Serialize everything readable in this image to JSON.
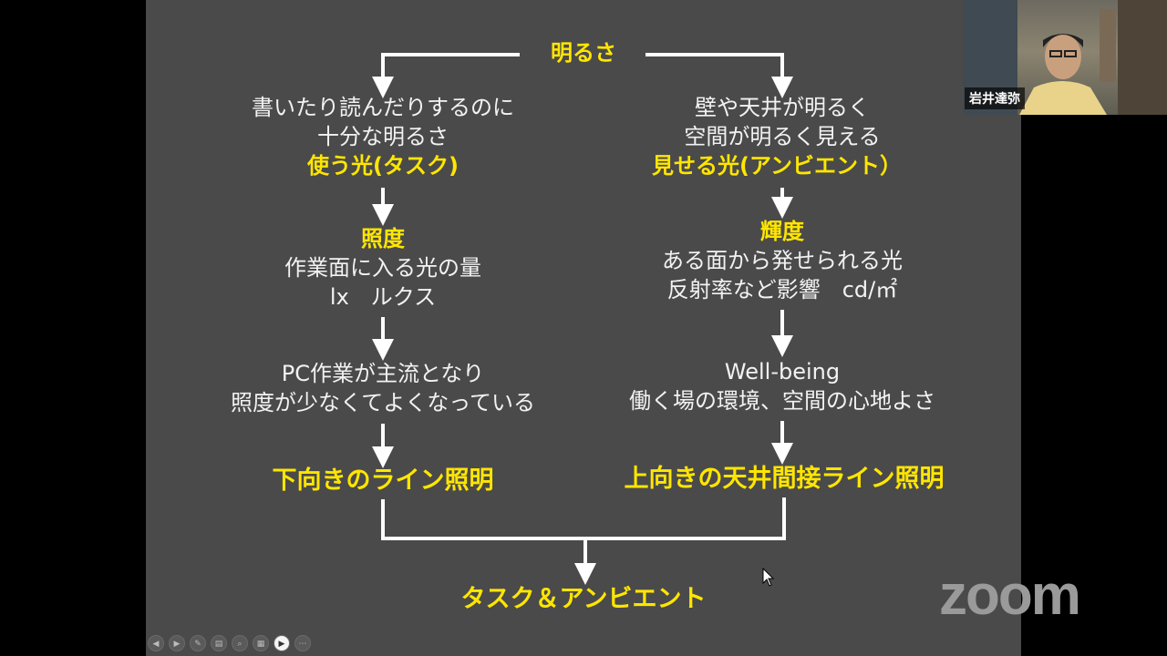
{
  "slide": {
    "top": "明るさ",
    "left": {
      "line1": "書いたり読んだりするのに",
      "line2": "十分な明るさ",
      "kind": "使う光(タスク)",
      "metric": "照度",
      "desc1": "作業面に入る光の量",
      "desc2": "lx　ルクス",
      "note1": "PC作業が主流となり",
      "note2": "照度が少なくてよくなっている",
      "result": "下向きのライン照明"
    },
    "right": {
      "line1": "壁や天井が明るく",
      "line2": "空間が明るく見える",
      "kind": "見せる光(アンビエント）",
      "metric": "輝度",
      "desc1": "ある面から発せられる光",
      "desc2": "反射率など影響　cd/㎡",
      "note1": "Well-being",
      "note2": "働く場の環境、空間の心地よさ",
      "result": "上向きの天井間接ライン照明"
    },
    "bottom": "タスク＆アンビエント"
  },
  "participant": {
    "name": "岩井達弥"
  },
  "branding": {
    "logo": "zoom"
  },
  "toolbar": {
    "buttons": [
      "prev-icon",
      "next-icon",
      "pen-icon",
      "slides-icon",
      "zoom-icon",
      "grid-icon",
      "camera-icon",
      "more-icon"
    ],
    "active": "camera-icon"
  },
  "colors": {
    "slide_bg": "#4a4a4a",
    "accent": "#ffe600",
    "text": "#f2f2f2"
  }
}
